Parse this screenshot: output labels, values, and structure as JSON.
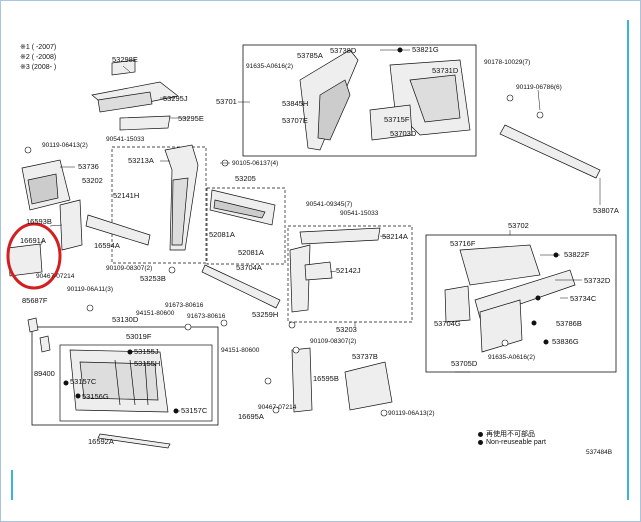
{
  "notes": {
    "line1": "※1 ( -2007)",
    "line2": "※2 ( -2008)",
    "line3": "※3 (2008- )"
  },
  "labels": [
    {
      "id": "53298E",
      "text": "53298E"
    },
    {
      "id": "53295J",
      "text": "53295J"
    },
    {
      "id": "53295E",
      "text": "53295E"
    },
    {
      "id": "90119-06413",
      "text": "90119-06413(2)"
    },
    {
      "id": "90541-15033a",
      "text": "90541-15033"
    },
    {
      "id": "53213A",
      "text": "53213A"
    },
    {
      "id": "53736",
      "text": "53736"
    },
    {
      "id": "53202",
      "text": "53202"
    },
    {
      "id": "52141H",
      "text": "52141H"
    },
    {
      "id": "16593B",
      "text": "16593B"
    },
    {
      "id": "16691A",
      "text": "16691A"
    },
    {
      "id": "16594A",
      "text": "16594A"
    },
    {
      "id": "90109-08307",
      "text": "90109-08307(2)"
    },
    {
      "id": "90467-07214a",
      "text": "90467-07214"
    },
    {
      "id": "53253B",
      "text": "53253B"
    },
    {
      "id": "90119-06A11",
      "text": "90119-06A11(3)"
    },
    {
      "id": "85687F",
      "text": "85687F"
    },
    {
      "id": "91673-80616a",
      "text": "91673-80616"
    },
    {
      "id": "91673-80616b",
      "text": "91673-80616"
    },
    {
      "id": "94151-80600a",
      "text": "94151-80600"
    },
    {
      "id": "53259H",
      "text": "53259H"
    },
    {
      "id": "53019F",
      "text": "53019F"
    },
    {
      "id": "53130D",
      "text": "53130D"
    },
    {
      "id": "53155J",
      "text": "53155J"
    },
    {
      "id": "53155H",
      "text": "53155H"
    },
    {
      "id": "89400",
      "text": "89400"
    },
    {
      "id": "53157C",
      "text": "53157C"
    },
    {
      "id": "53156G",
      "text": "53156G"
    },
    {
      "id": "53157Cb",
      "text": "53157C"
    },
    {
      "id": "16592A",
      "text": "16592A"
    },
    {
      "id": "53701",
      "text": "53701"
    },
    {
      "id": "53738D",
      "text": "53738D"
    },
    {
      "id": "53785A",
      "text": "53785A"
    },
    {
      "id": "91635-A0616",
      "text": "91635-A0616(2)"
    },
    {
      "id": "53821G",
      "text": "53821G"
    },
    {
      "id": "53731D",
      "text": "53731D"
    },
    {
      "id": "53845H",
      "text": "53845H"
    },
    {
      "id": "53707E",
      "text": "53707E"
    },
    {
      "id": "53715F",
      "text": "53715F"
    },
    {
      "id": "53703D",
      "text": "53703D"
    },
    {
      "id": "90178-10029",
      "text": "90178-10029(7)"
    },
    {
      "id": "90119-06786",
      "text": "90119-06786(6)"
    },
    {
      "id": "53807A",
      "text": "53807A"
    },
    {
      "id": "90105-06137",
      "text": "90105-06137(4)"
    },
    {
      "id": "53205",
      "text": "53205"
    },
    {
      "id": "90541-09345",
      "text": "90541-09345(7)"
    },
    {
      "id": "90541-15033b",
      "text": "90541-15033"
    },
    {
      "id": "52081A",
      "text": "52081A"
    },
    {
      "id": "52081Ab",
      "text": "52081A"
    },
    {
      "id": "53214A",
      "text": "53214A"
    },
    {
      "id": "53704A",
      "text": "53704A"
    },
    {
      "id": "52142J",
      "text": "52142J"
    },
    {
      "id": "53203",
      "text": "53203"
    },
    {
      "id": "90109-08307b",
      "text": "90109-08307(2)"
    },
    {
      "id": "94151-80600b",
      "text": "94151-80600"
    },
    {
      "id": "53737B",
      "text": "53737B"
    },
    {
      "id": "16595B",
      "text": "16595B"
    },
    {
      "id": "90467-07214b",
      "text": "90467-07214"
    },
    {
      "id": "16695A",
      "text": "16695A"
    },
    {
      "id": "90119-06A13",
      "text": "90119-06A13(2)"
    },
    {
      "id": "53702",
      "text": "53702"
    },
    {
      "id": "53716F",
      "text": "53716F"
    },
    {
      "id": "53822F",
      "text": "53822F"
    },
    {
      "id": "53732D",
      "text": "53732D"
    },
    {
      "id": "53734C",
      "text": "53734C"
    },
    {
      "id": "53704G",
      "text": "53704G"
    },
    {
      "id": "53786B",
      "text": "53786B"
    },
    {
      "id": "53705D",
      "text": "53705D"
    },
    {
      "id": "91635-A0616b",
      "text": "91635-A0616(2)"
    },
    {
      "id": "53836G",
      "text": "53836G"
    }
  ],
  "legend": {
    "item1": "再使用不可部品",
    "item2": "Non-reuseable part"
  },
  "figure_code": "537484B",
  "accent_color": "#d21f1f"
}
